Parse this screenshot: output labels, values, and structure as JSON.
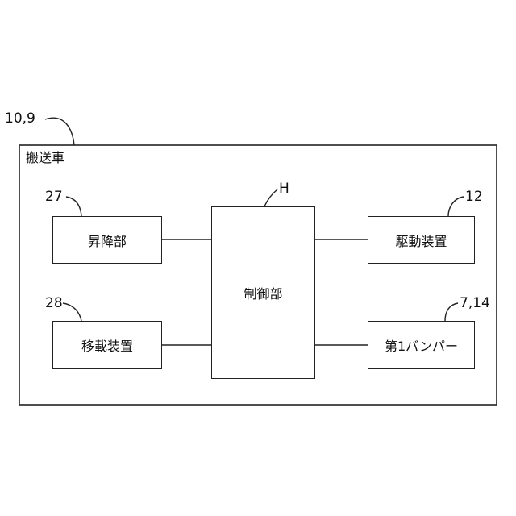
{
  "labels": {
    "vehicle_ref": "10,9",
    "controller_ref": "H",
    "lift_ref": "27",
    "transfer_ref": "28",
    "drive_ref": "12",
    "bumper_ref": "7,14"
  },
  "vehicle_title": "搬送車",
  "blocks": {
    "lift": "昇降部",
    "transfer": "移載装置",
    "controller": "制御部",
    "drive": "駆動装置",
    "bumper": "第1バンパー"
  }
}
